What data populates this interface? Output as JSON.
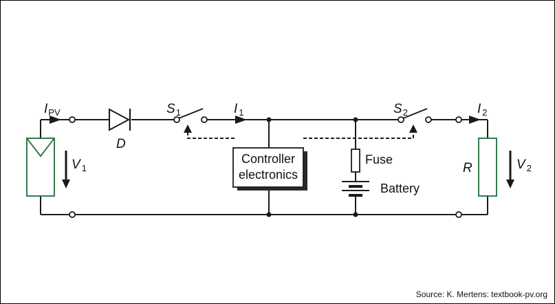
{
  "diagram": {
    "labels": {
      "i_pv": "I",
      "i_pv_sub": "PV",
      "v1": "V",
      "v1_sub": "1",
      "diode": "D",
      "s1": "S",
      "s1_sub": "1",
      "i1": "I",
      "i1_sub": "1",
      "s2": "S",
      "s2_sub": "2",
      "i2": "I",
      "i2_sub": "2",
      "resistor": "R",
      "v2": "V",
      "v2_sub": "2",
      "controller_line1": "Controller",
      "controller_line2": "electronics",
      "fuse": "Fuse",
      "battery": "Battery"
    },
    "colors": {
      "wire": "#1a1a1a",
      "pv_module": "#1f6b3a",
      "resistor": "#1f6b3a"
    }
  },
  "source": "Source: K. Mertens: textbook-pv.org"
}
